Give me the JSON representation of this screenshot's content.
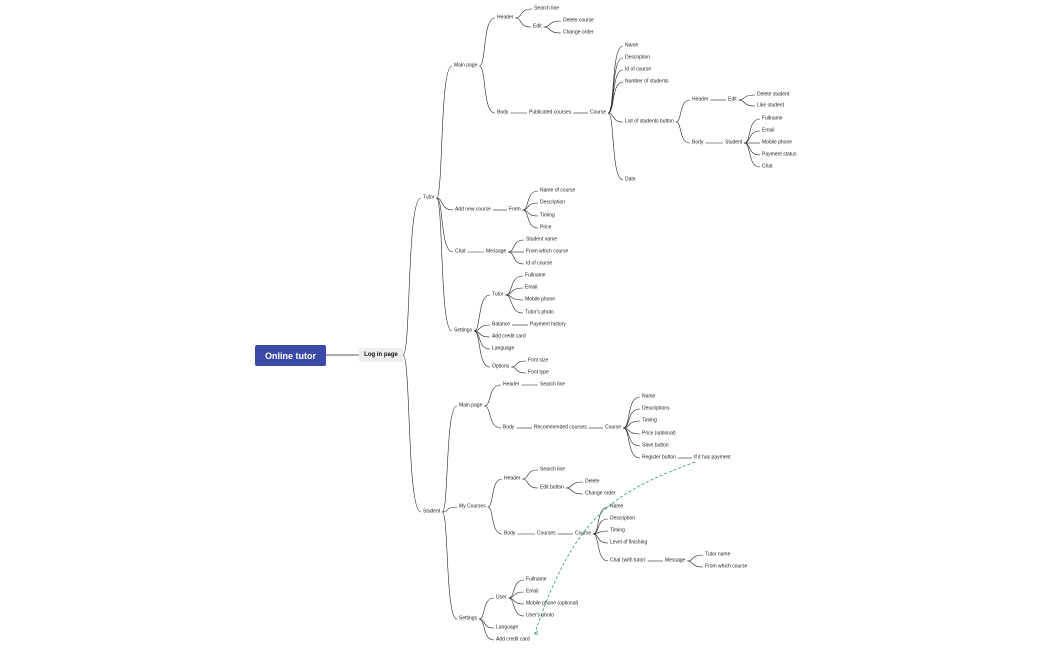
{
  "root": "Online tutor",
  "level1": "Log in page",
  "nodes": {
    "tutor": "Tutor",
    "t_main": "Main page",
    "t_header": "Header",
    "t_search": "Search line",
    "t_edit": "Edit",
    "t_delcourse": "Delete course",
    "t_changeorder": "Change order",
    "t_body": "Body",
    "t_pubcourses": "Publicated courses",
    "t_course": "Course",
    "t_name": "Name",
    "t_desc": "Description",
    "t_idcourse": "Id of course",
    "t_numstud": "Number of students",
    "t_liststud": "List of students button",
    "t_ls_header": "Header",
    "t_ls_edit": "Edit",
    "t_delstud": "Delete student",
    "t_likestud": "Like student",
    "t_ls_body": "Body",
    "t_student": "Student",
    "t_s_full": "Fullname",
    "t_s_email": "Email",
    "t_s_mobile": "Mobile phone",
    "t_s_pay": "Payment status",
    "t_s_chat": "Chat",
    "t_date": "Date",
    "t_addnew": "Add new course",
    "t_form": "Form",
    "t_f_name": "Name of course",
    "t_f_desc": "Description",
    "t_f_timing": "Timing",
    "t_f_price": "Price",
    "t_chat": "Chat",
    "t_message": "Message",
    "t_m_student": "Student name",
    "t_m_from": "From which course",
    "t_m_id": "Id of course",
    "t_settings": "Settings",
    "t_st_tutor": "Tutor",
    "t_st_full": "Fullname",
    "t_st_email": "Email",
    "t_st_mobile": "Mobile phone",
    "t_st_photo": "Tutor's photo",
    "t_balance": "Balance",
    "t_payhist": "Payment history",
    "t_addcard": "Add credit card",
    "t_language": "Language",
    "t_options": "Options",
    "t_fontsize": "Font size",
    "t_fonttype": "Font type",
    "student": "Student",
    "s_main": "Main page",
    "s_header": "Header",
    "s_search": "Search line",
    "s_body": "Body",
    "s_reccourses": "Recommended courses",
    "s_course": "Course",
    "s_name": "Name",
    "s_descs": "Descriptions",
    "s_timing": "Timing",
    "s_price": "Price (optional)",
    "s_save": "Save button",
    "s_register": "Register button",
    "s_ifpay": "If it has payment",
    "s_mycourses": "My Courses",
    "s_mc_header": "Header",
    "s_mc_search": "Search line",
    "s_mc_edit": "Edit button",
    "s_mc_delete": "Delete",
    "s_mc_change": "Change order",
    "s_mc_body": "Body",
    "s_mc_courses": "Courses",
    "s_mc_course": "Course",
    "s_mc_name": "Name",
    "s_mc_desc": "Description",
    "s_mc_timing": "Timing",
    "s_mc_level": "Level of finishing",
    "s_mc_chat": "Chat (with tutor)",
    "s_mc_message": "Message",
    "s_mc_tutorname": "Tutor name",
    "s_mc_from": "From which course",
    "s_settings": "Settings",
    "s_user": "User",
    "s_u_full": "Fullname",
    "s_u_email": "Email",
    "s_u_mobile": "Mobile phone (optional)",
    "s_u_photo": "User's photo",
    "s_language": "Language",
    "s_addcard": "Add credit card"
  },
  "colors": {
    "root_fill": "#3b4aa8",
    "level1_fill": "#eeeeee",
    "line": "#222222",
    "relation": "#2e9e63"
  }
}
